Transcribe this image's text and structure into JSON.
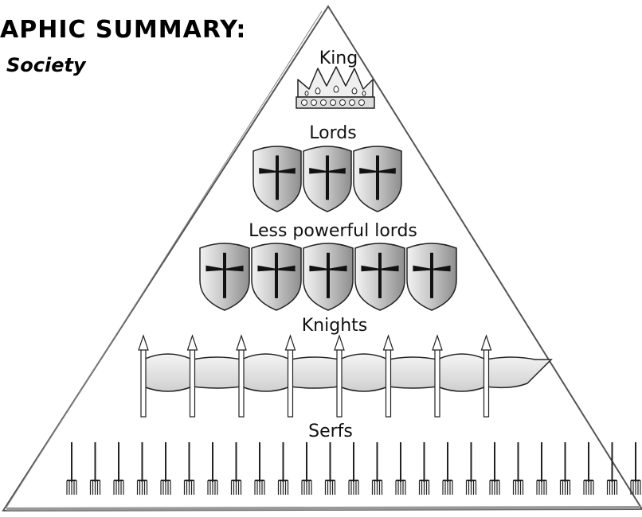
{
  "header": {
    "title": "APHIC SUMMARY:",
    "subtitle": "Society"
  },
  "pyramid": {
    "tiers": [
      {
        "label": "King",
        "symbol": "crown-icon",
        "count": 1
      },
      {
        "label": "Lords",
        "symbol": "shield-icon",
        "count": 3
      },
      {
        "label": "Less powerful lords",
        "symbol": "shield-icon",
        "count": 5
      },
      {
        "label": "Knights",
        "symbol": "lance-flag-icon",
        "count": 8
      },
      {
        "label": "Serfs",
        "symbol": "pitchfork-icon",
        "count": 25
      }
    ]
  },
  "colors": {
    "outline": "#555555",
    "fill_light": "#e4e4e4",
    "fill_dark": "#9a9a9a",
    "ink": "#111111"
  }
}
